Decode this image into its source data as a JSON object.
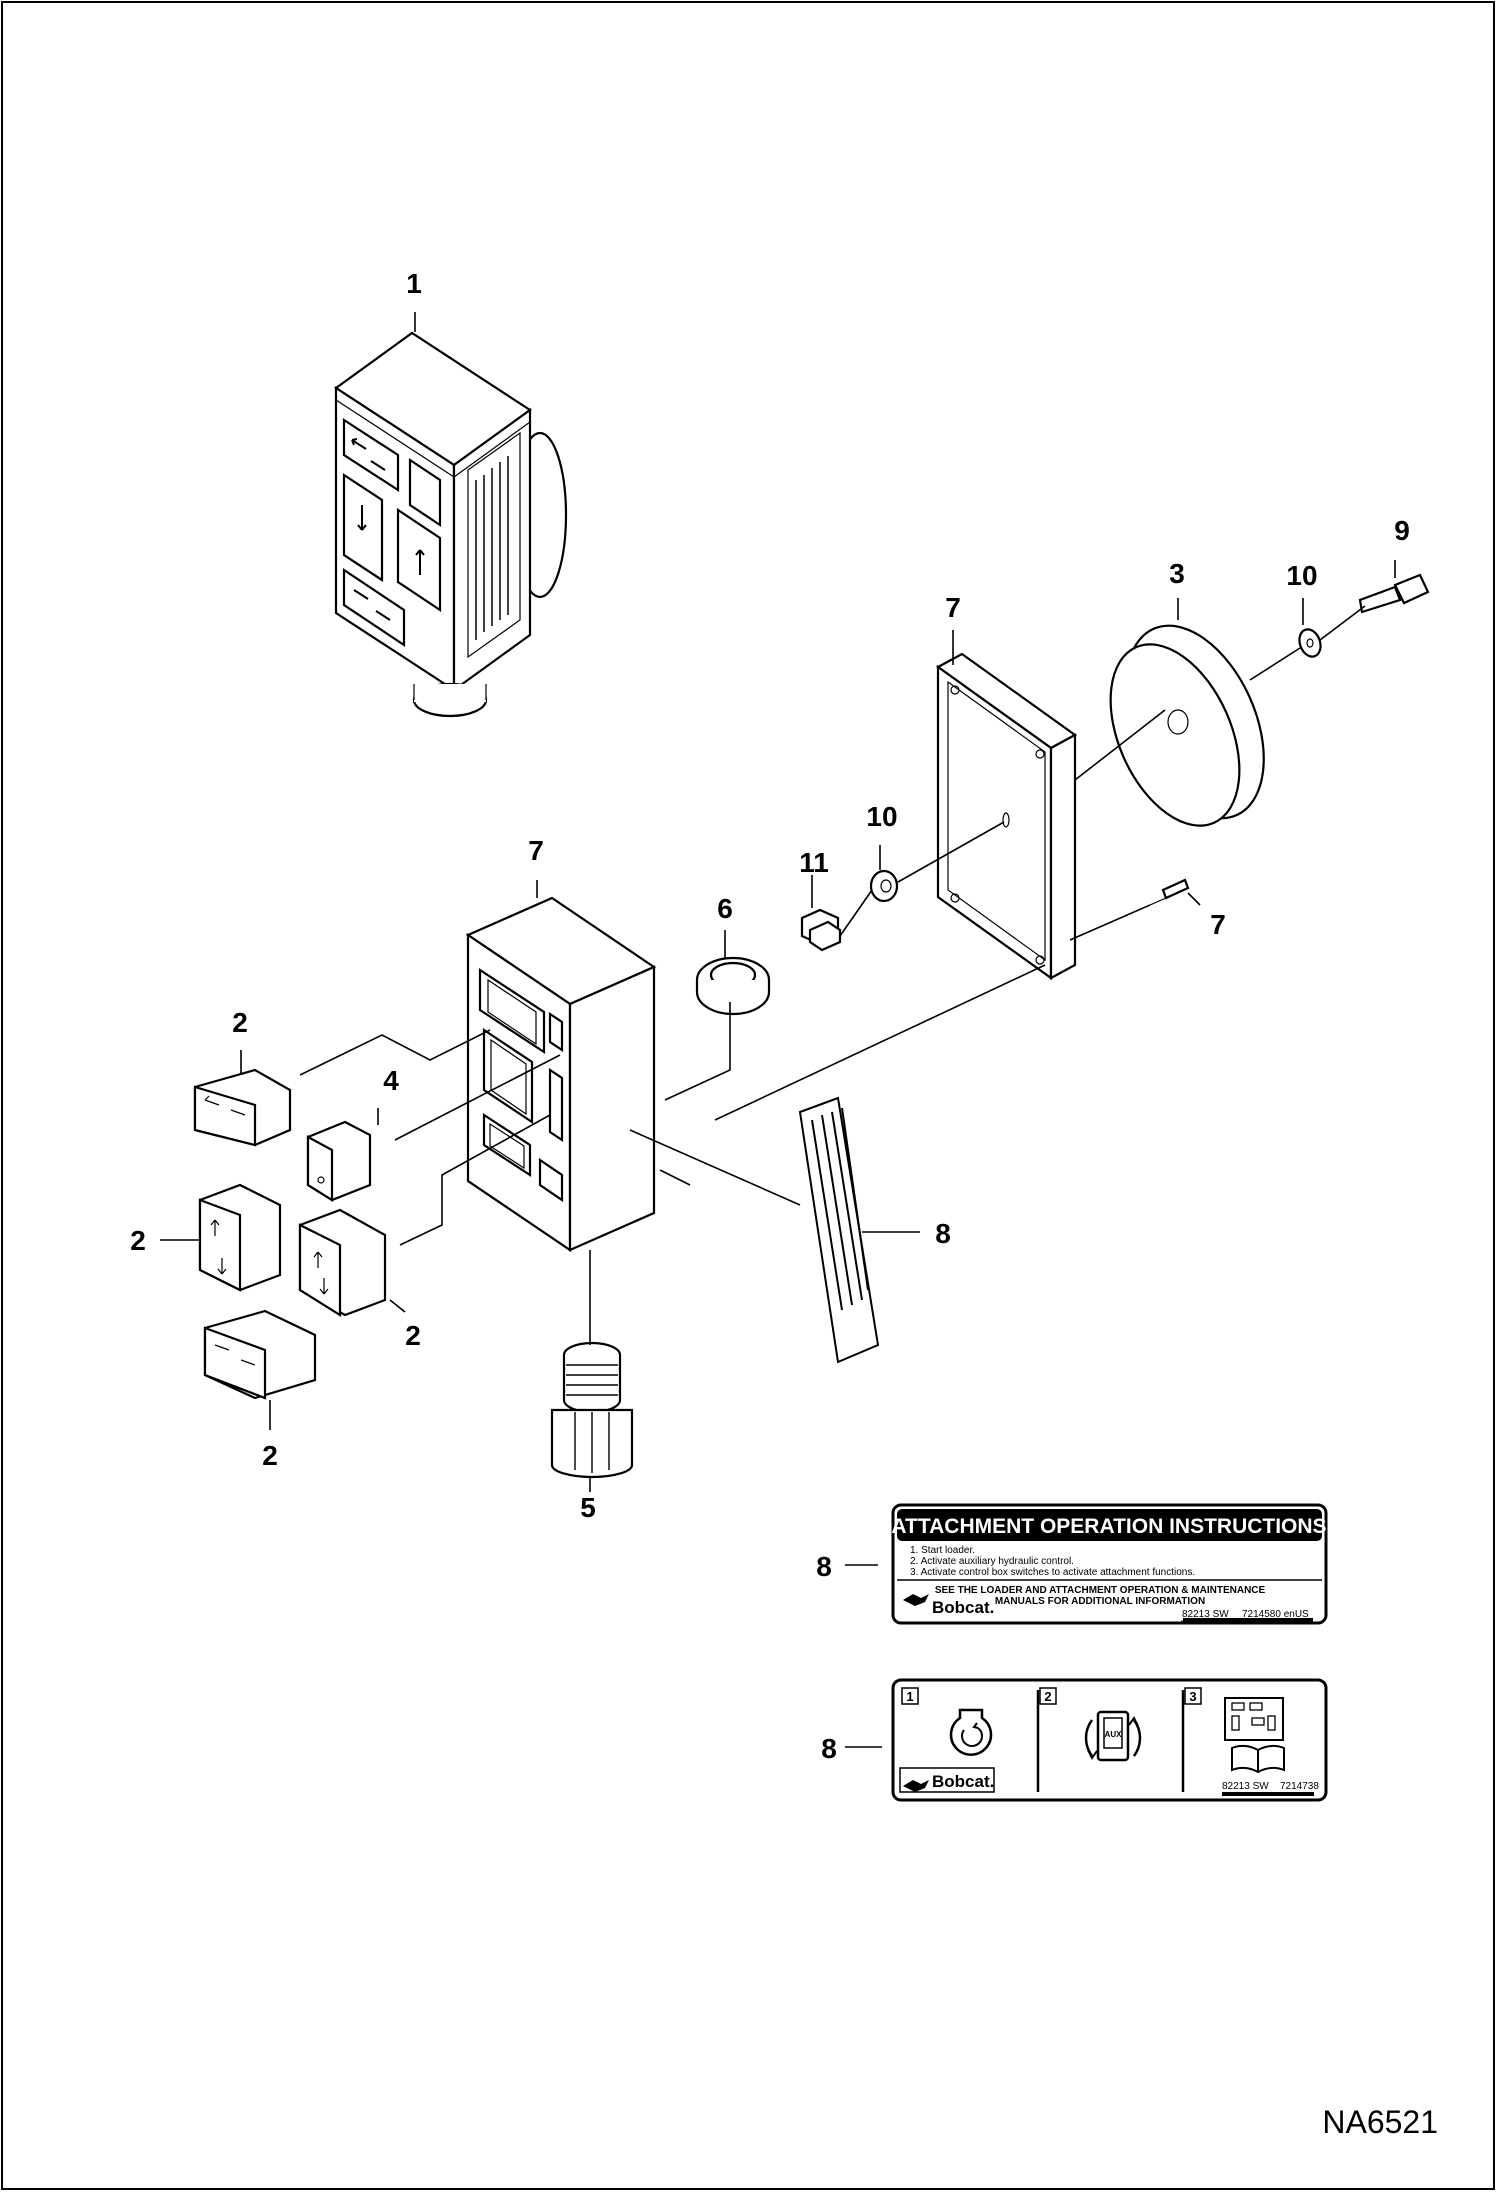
{
  "figure_id": "NA6521",
  "callouts": {
    "c1": "1",
    "c2a": "2",
    "c2b": "2",
    "c2c": "2",
    "c2d": "2",
    "c3": "3",
    "c4": "4",
    "c5": "5",
    "c6": "6",
    "c7a": "7",
    "c7b": "7",
    "c7c": "7",
    "c8a": "8",
    "c8b": "8",
    "c8c": "8",
    "c9": "9",
    "c10a": "10",
    "c10b": "10",
    "c11": "11"
  },
  "decal_instructions": {
    "title": "ATTACHMENT OPERATION INSTRUCTIONS",
    "steps": [
      "1.   Start loader.",
      "2.   Activate auxiliary hydraulic control.",
      "3.   Activate control box switches to activate attachment functions."
    ],
    "note_line1": "SEE THE LOADER AND ATTACHMENT OPERATION & MAINTENANCE",
    "note_line2": "MANUALS FOR ADDITIONAL INFORMATION",
    "brand": "Bobcat.",
    "code_left": "82213 SW",
    "code_right": "7214580 enUS"
  },
  "decal_pictorial": {
    "panel1": "1",
    "panel2": "2",
    "panel3": "3",
    "aux": "AUX",
    "brand": "Bobcat.",
    "code_left": "82213 SW",
    "code_right": "7214738"
  }
}
